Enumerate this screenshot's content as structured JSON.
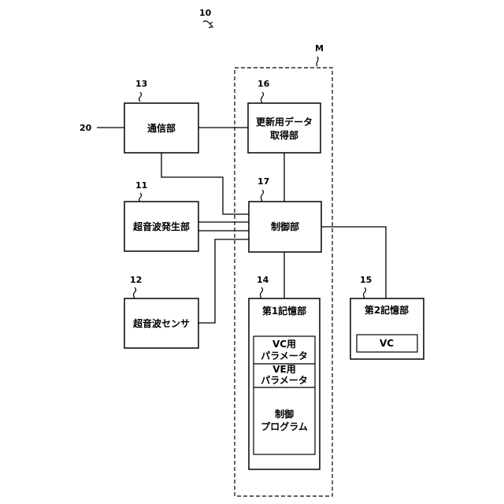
{
  "figure": {
    "number": "10",
    "module_ref": "M",
    "external_ref": "20"
  },
  "blocks": {
    "communication": {
      "ref": "13",
      "label": "通信部"
    },
    "ultrasonic_generator": {
      "ref": "11",
      "label": "超音波発生部"
    },
    "ultrasonic_sensor": {
      "ref": "12",
      "label": "超音波センサ"
    },
    "update_data": {
      "ref": "16",
      "label_line1": "更新用データ",
      "label_line2": "取得部"
    },
    "control": {
      "ref": "17",
      "label": "制御部"
    },
    "memory1": {
      "ref": "14",
      "label": "第1記憶部",
      "vc_params": {
        "line1": "VC用",
        "line2": "パラメータ"
      },
      "ve_params": {
        "line1": "VE用",
        "line2": "パラメータ"
      },
      "program": {
        "line1": "制御",
        "line2": "プログラム"
      }
    },
    "memory2": {
      "ref": "15",
      "label": "第2記憶部",
      "item": "VC"
    }
  }
}
